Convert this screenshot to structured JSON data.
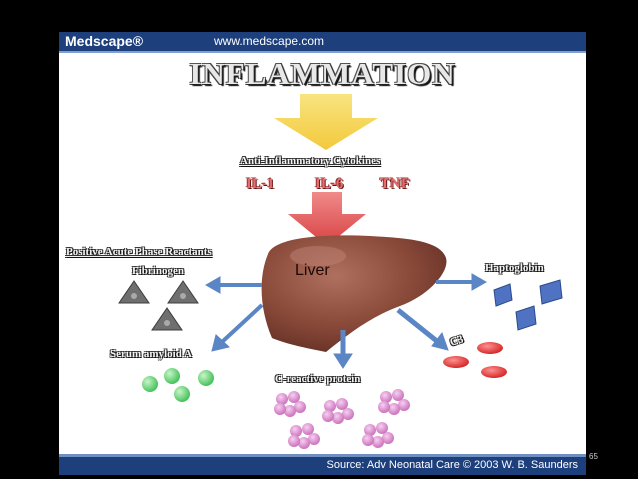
{
  "header": {
    "brand": "Medscape®",
    "url": "www.medscape.com"
  },
  "title": "INFLAMMATION",
  "cytokines": {
    "heading": "Anti-Inflammatory Cytokines",
    "items": [
      "IL-1",
      "IL-6",
      "TNF"
    ]
  },
  "organ": "Liver",
  "reactants": {
    "positive_heading": "Positive Acute Phase Reactants",
    "fibrinogen": "Fibrinogen",
    "haptoglobin": "Haptoglobin",
    "serum_amyloid": "Serum amyloid A",
    "crp": "C-reactive protein",
    "c3": "C3"
  },
  "footer": {
    "source": "Source: Adv Neonatal Care © 2003 W. B. Saunders"
  },
  "page_number": "65",
  "colors": {
    "header_bg": "#1d3f7c",
    "yellow_arrow": "#f6d75a",
    "red_arrow": "#e05555",
    "blue_arrow": "#5b86c6",
    "liver": "#8a4a3a"
  }
}
